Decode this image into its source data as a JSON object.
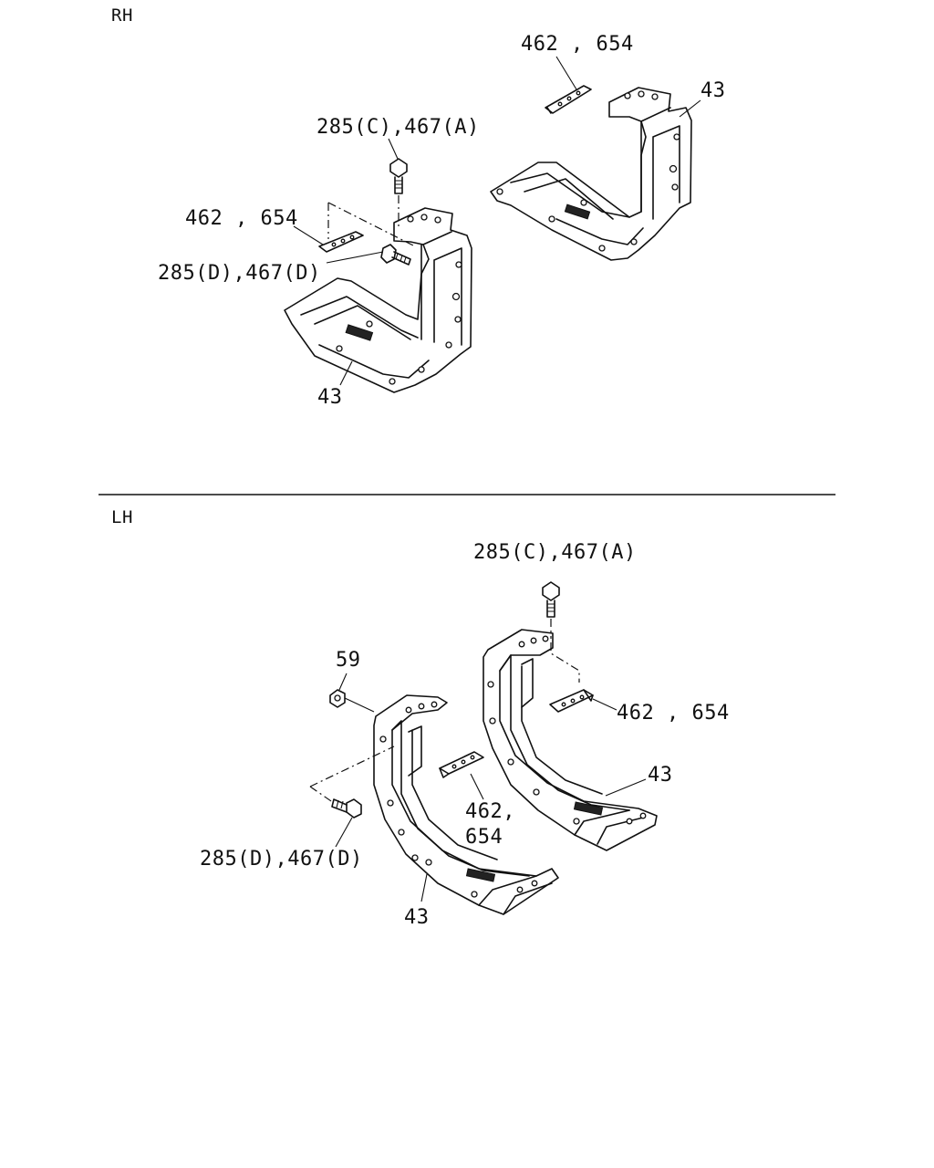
{
  "sections": {
    "rh": {
      "title": "RH"
    },
    "lh": {
      "title": "LH"
    }
  },
  "labels": {
    "rh_462_654_top": "462 , 654",
    "rh_43_right": "43",
    "rh_285c_467a": "285(C),467(A)",
    "rh_462_654_left": "462 , 654",
    "rh_285d_467d": "285(D),467(D)",
    "rh_43_bottom": "43",
    "lh_285c_467a": "285(C),467(A)",
    "lh_59": "59",
    "lh_462_654_right": "462 , 654",
    "lh_43_right": "43",
    "lh_462_line1": "462,",
    "lh_654_line2": "654",
    "lh_285d_467d": "285(D),467(D)",
    "lh_43_bottom": "43"
  }
}
